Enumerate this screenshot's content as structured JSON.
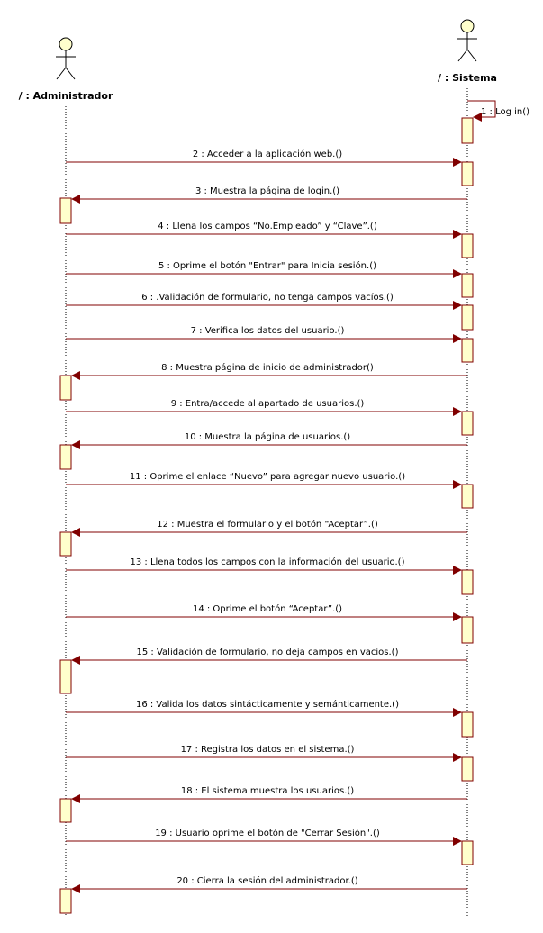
{
  "actors": [
    {
      "id": "admin",
      "label": "/ : Administrador"
    },
    {
      "id": "system",
      "label": "/ : Sistema"
    }
  ],
  "colors": {
    "message_line": "#800000",
    "activation_fill": "#ffffcc",
    "activation_stroke": "#800000",
    "actor_fill": "#ffffcc",
    "actor_stroke": "#000000",
    "lifeline": "#000000"
  },
  "messages": [
    {
      "from": "system",
      "to": "system",
      "text": "1 : Log in()"
    },
    {
      "from": "admin",
      "to": "system",
      "text": "2 : Acceder a la aplicación web.()"
    },
    {
      "from": "system",
      "to": "admin",
      "text": "3 : Muestra la página de login.()"
    },
    {
      "from": "admin",
      "to": "system",
      "text": "4 : Llena los campos “No.Empleado” y “Clave”.()"
    },
    {
      "from": "admin",
      "to": "system",
      "text": "5 : Oprime el botón \"Entrar\" para Inicia sesión.()"
    },
    {
      "from": "admin",
      "to": "system",
      "text": "6 : .Validación de formulario, no tenga campos vacíos.()"
    },
    {
      "from": "admin",
      "to": "system",
      "text": "7 : Verifica los datos del usuario.()"
    },
    {
      "from": "system",
      "to": "admin",
      "text": "8 : Muestra página de inicio de administrador()"
    },
    {
      "from": "admin",
      "to": "system",
      "text": "9 : Entra/accede al apartado de usuarios.()"
    },
    {
      "from": "system",
      "to": "admin",
      "text": "10 : Muestra la página de usuarios.()"
    },
    {
      "from": "admin",
      "to": "system",
      "text": "11 : Oprime el enlace “Nuevo” para agregar nuevo usuario.()"
    },
    {
      "from": "system",
      "to": "admin",
      "text": "12 : Muestra el formulario y el botón “Aceptar”.()"
    },
    {
      "from": "admin",
      "to": "system",
      "text": "13 : Llena todos los campos con la información del usuario.()"
    },
    {
      "from": "admin",
      "to": "system",
      "text": "14 : Oprime el botón “Aceptar”.()"
    },
    {
      "from": "system",
      "to": "admin",
      "text": "15 : Validación de formulario, no deja campos en vacios.()"
    },
    {
      "from": "admin",
      "to": "system",
      "text": "16 : Valida los datos sintácticamente y semánticamente.()"
    },
    {
      "from": "admin",
      "to": "system",
      "text": "17 : Registra los datos en el sistema.()"
    },
    {
      "from": "system",
      "to": "admin",
      "text": "18 : El sistema muestra los usuarios.()"
    },
    {
      "from": "admin",
      "to": "system",
      "text": "19 : Usuario oprime el botón de \"Cerrar Sesión\".()"
    },
    {
      "from": "system",
      "to": "admin",
      "text": "20 : Cierra la sesión del administrador.()"
    }
  ]
}
